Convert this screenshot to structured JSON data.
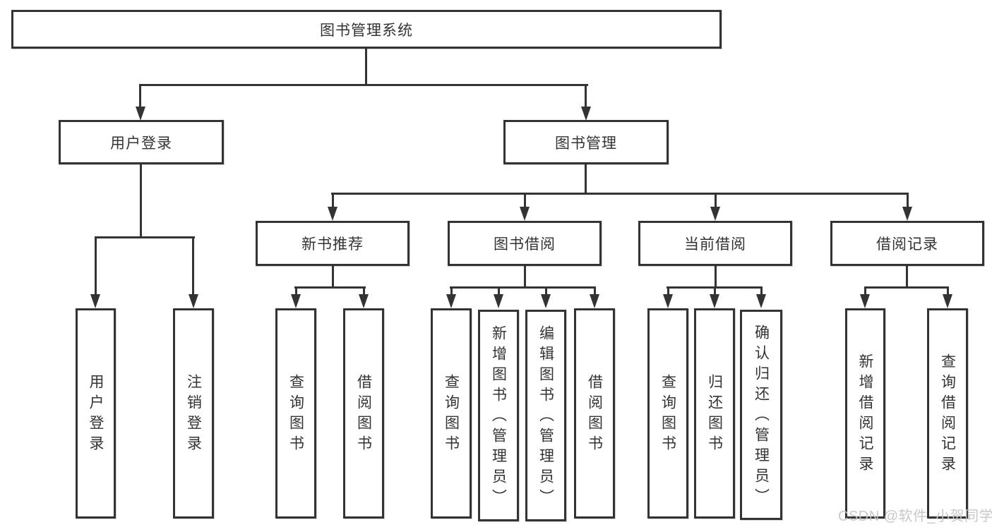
{
  "diagram_type": "tree",
  "tree": {
    "label": "图书管理系统",
    "children": [
      {
        "label": "用户登录",
        "children": [
          {
            "label": "用户登录"
          },
          {
            "label": "注销登录"
          }
        ]
      },
      {
        "label": "图书管理",
        "children": [
          {
            "label": "新书推荐",
            "children": [
              {
                "label": "查询图书"
              },
              {
                "label": "借阅图书"
              }
            ]
          },
          {
            "label": "图书借阅",
            "children": [
              {
                "label": "查询图书"
              },
              {
                "label": "新增图书（管理员）"
              },
              {
                "label": "编辑图书（管理员）"
              },
              {
                "label": "借阅图书"
              }
            ]
          },
          {
            "label": "当前借阅",
            "children": [
              {
                "label": "查询图书"
              },
              {
                "label": "归还图书"
              },
              {
                "label": "确认归还（管理员）"
              }
            ]
          },
          {
            "label": "借阅记录",
            "children": [
              {
                "label": "新增借阅记录"
              },
              {
                "label": "查询借阅记录"
              }
            ]
          }
        ]
      }
    ]
  },
  "watermark": {
    "text": "CSDN @软件_小贺同学"
  },
  "colors": {
    "line": "#333333",
    "text": "#333333",
    "background": "#ffffff",
    "watermark": "#c6c6c6"
  }
}
